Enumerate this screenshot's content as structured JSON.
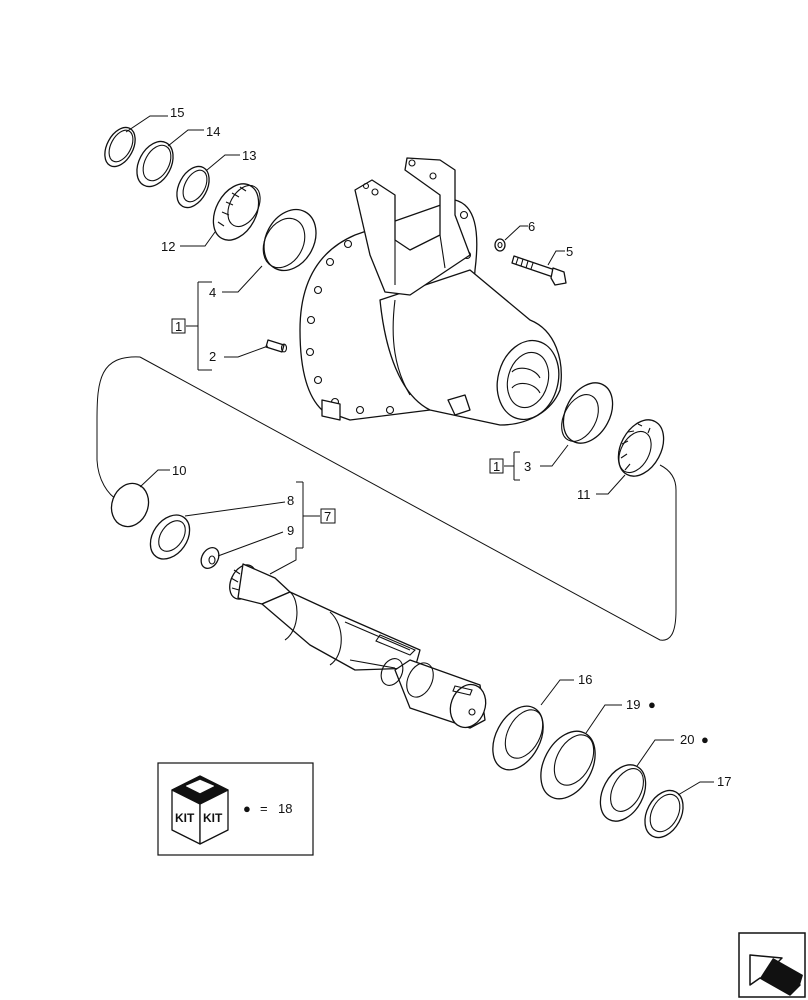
{
  "callouts": {
    "c1a": "1",
    "c1b": "1",
    "c2": "2",
    "c3": "3",
    "c4": "4",
    "c5": "5",
    "c6": "6",
    "c7": "7",
    "c8": "8",
    "c9": "9",
    "c10": "10",
    "c11": "11",
    "c12": "12",
    "c13": "13",
    "c14": "14",
    "c15": "15",
    "c16": "16",
    "c17": "17",
    "c19": "19",
    "c20": "20"
  },
  "kit": {
    "label_a": "KIT",
    "label_b": "KIT",
    "legend_symbol": "●",
    "legend_equals": "=",
    "legend_value": "18"
  },
  "kit_markers": {
    "m19": "●",
    "m20": "●"
  }
}
